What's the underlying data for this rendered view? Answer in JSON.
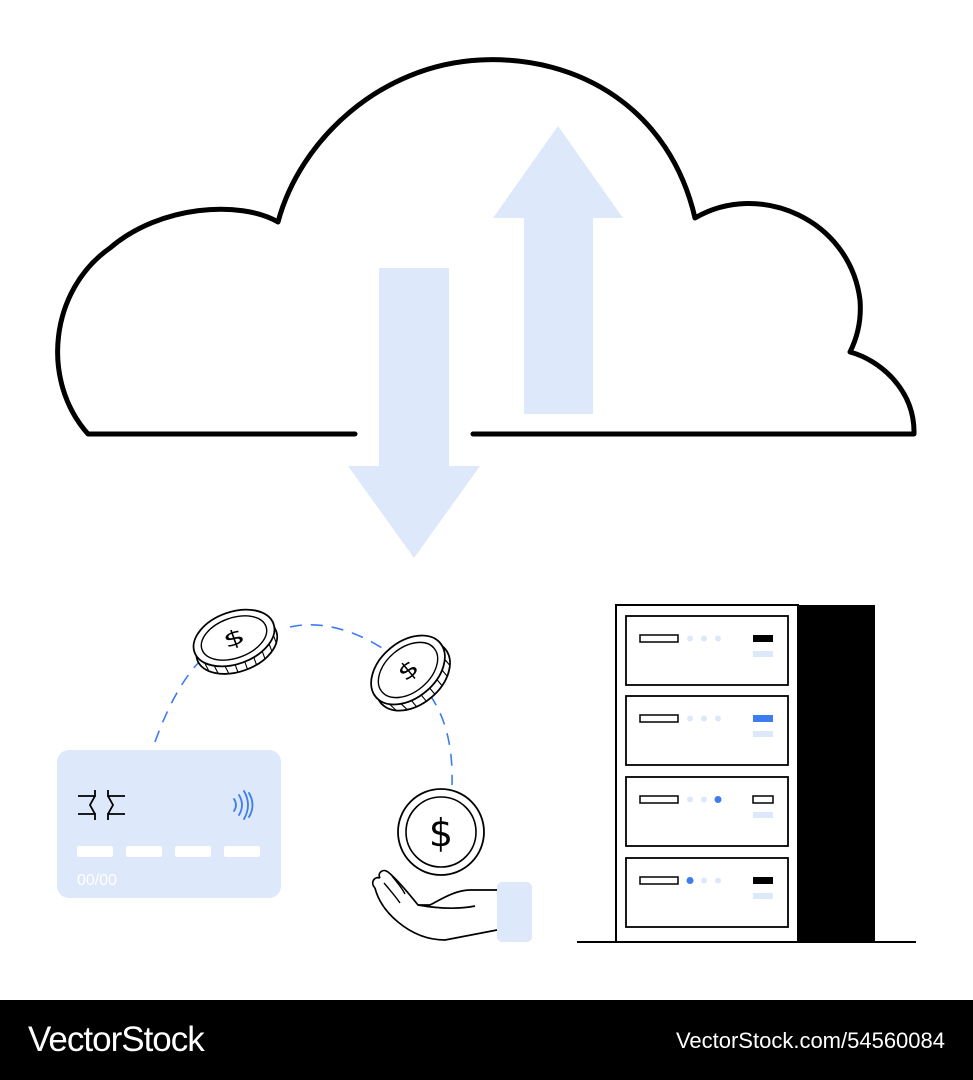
{
  "card": {
    "expiry_placeholder": "00/00"
  },
  "footer": {
    "brand": "VectorStock",
    "image_id": "VectorStock.com/54560084"
  },
  "colors": {
    "ink": "#000000",
    "accent_light": "#dde8fa",
    "accent": "#3d7cf0",
    "footer_bg": "#000000"
  },
  "icons": [
    "cloud-icon",
    "upload-arrow-icon",
    "download-arrow-icon",
    "credit-card-icon",
    "coin-icon",
    "dollar-coin-icon",
    "hand-icon",
    "server-rack-icon"
  ]
}
